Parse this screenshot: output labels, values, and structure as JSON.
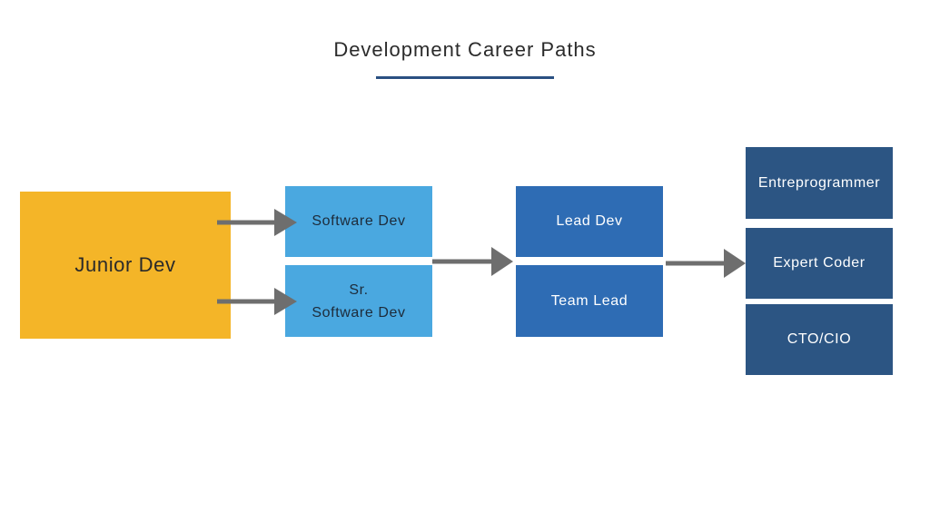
{
  "title": "Development Career Paths",
  "colors": {
    "junior": "#f4b528",
    "software": "#4aa8e0",
    "lead": "#2e6cb4",
    "senior_paths": "#2c5583",
    "arrow": "#6e6e6e",
    "underline": "#2a5082"
  },
  "nodes": {
    "junior_dev": "Junior Dev",
    "software_dev": "Software Dev",
    "sr_software_dev_line1": "Sr.",
    "sr_software_dev_line2": "Software Dev",
    "lead_dev": "Lead Dev",
    "team_lead": "Team Lead",
    "entreprogrammer": "Entreprogrammer",
    "expert_coder": "Expert Coder",
    "cto_cio": "CTO/CIO"
  }
}
